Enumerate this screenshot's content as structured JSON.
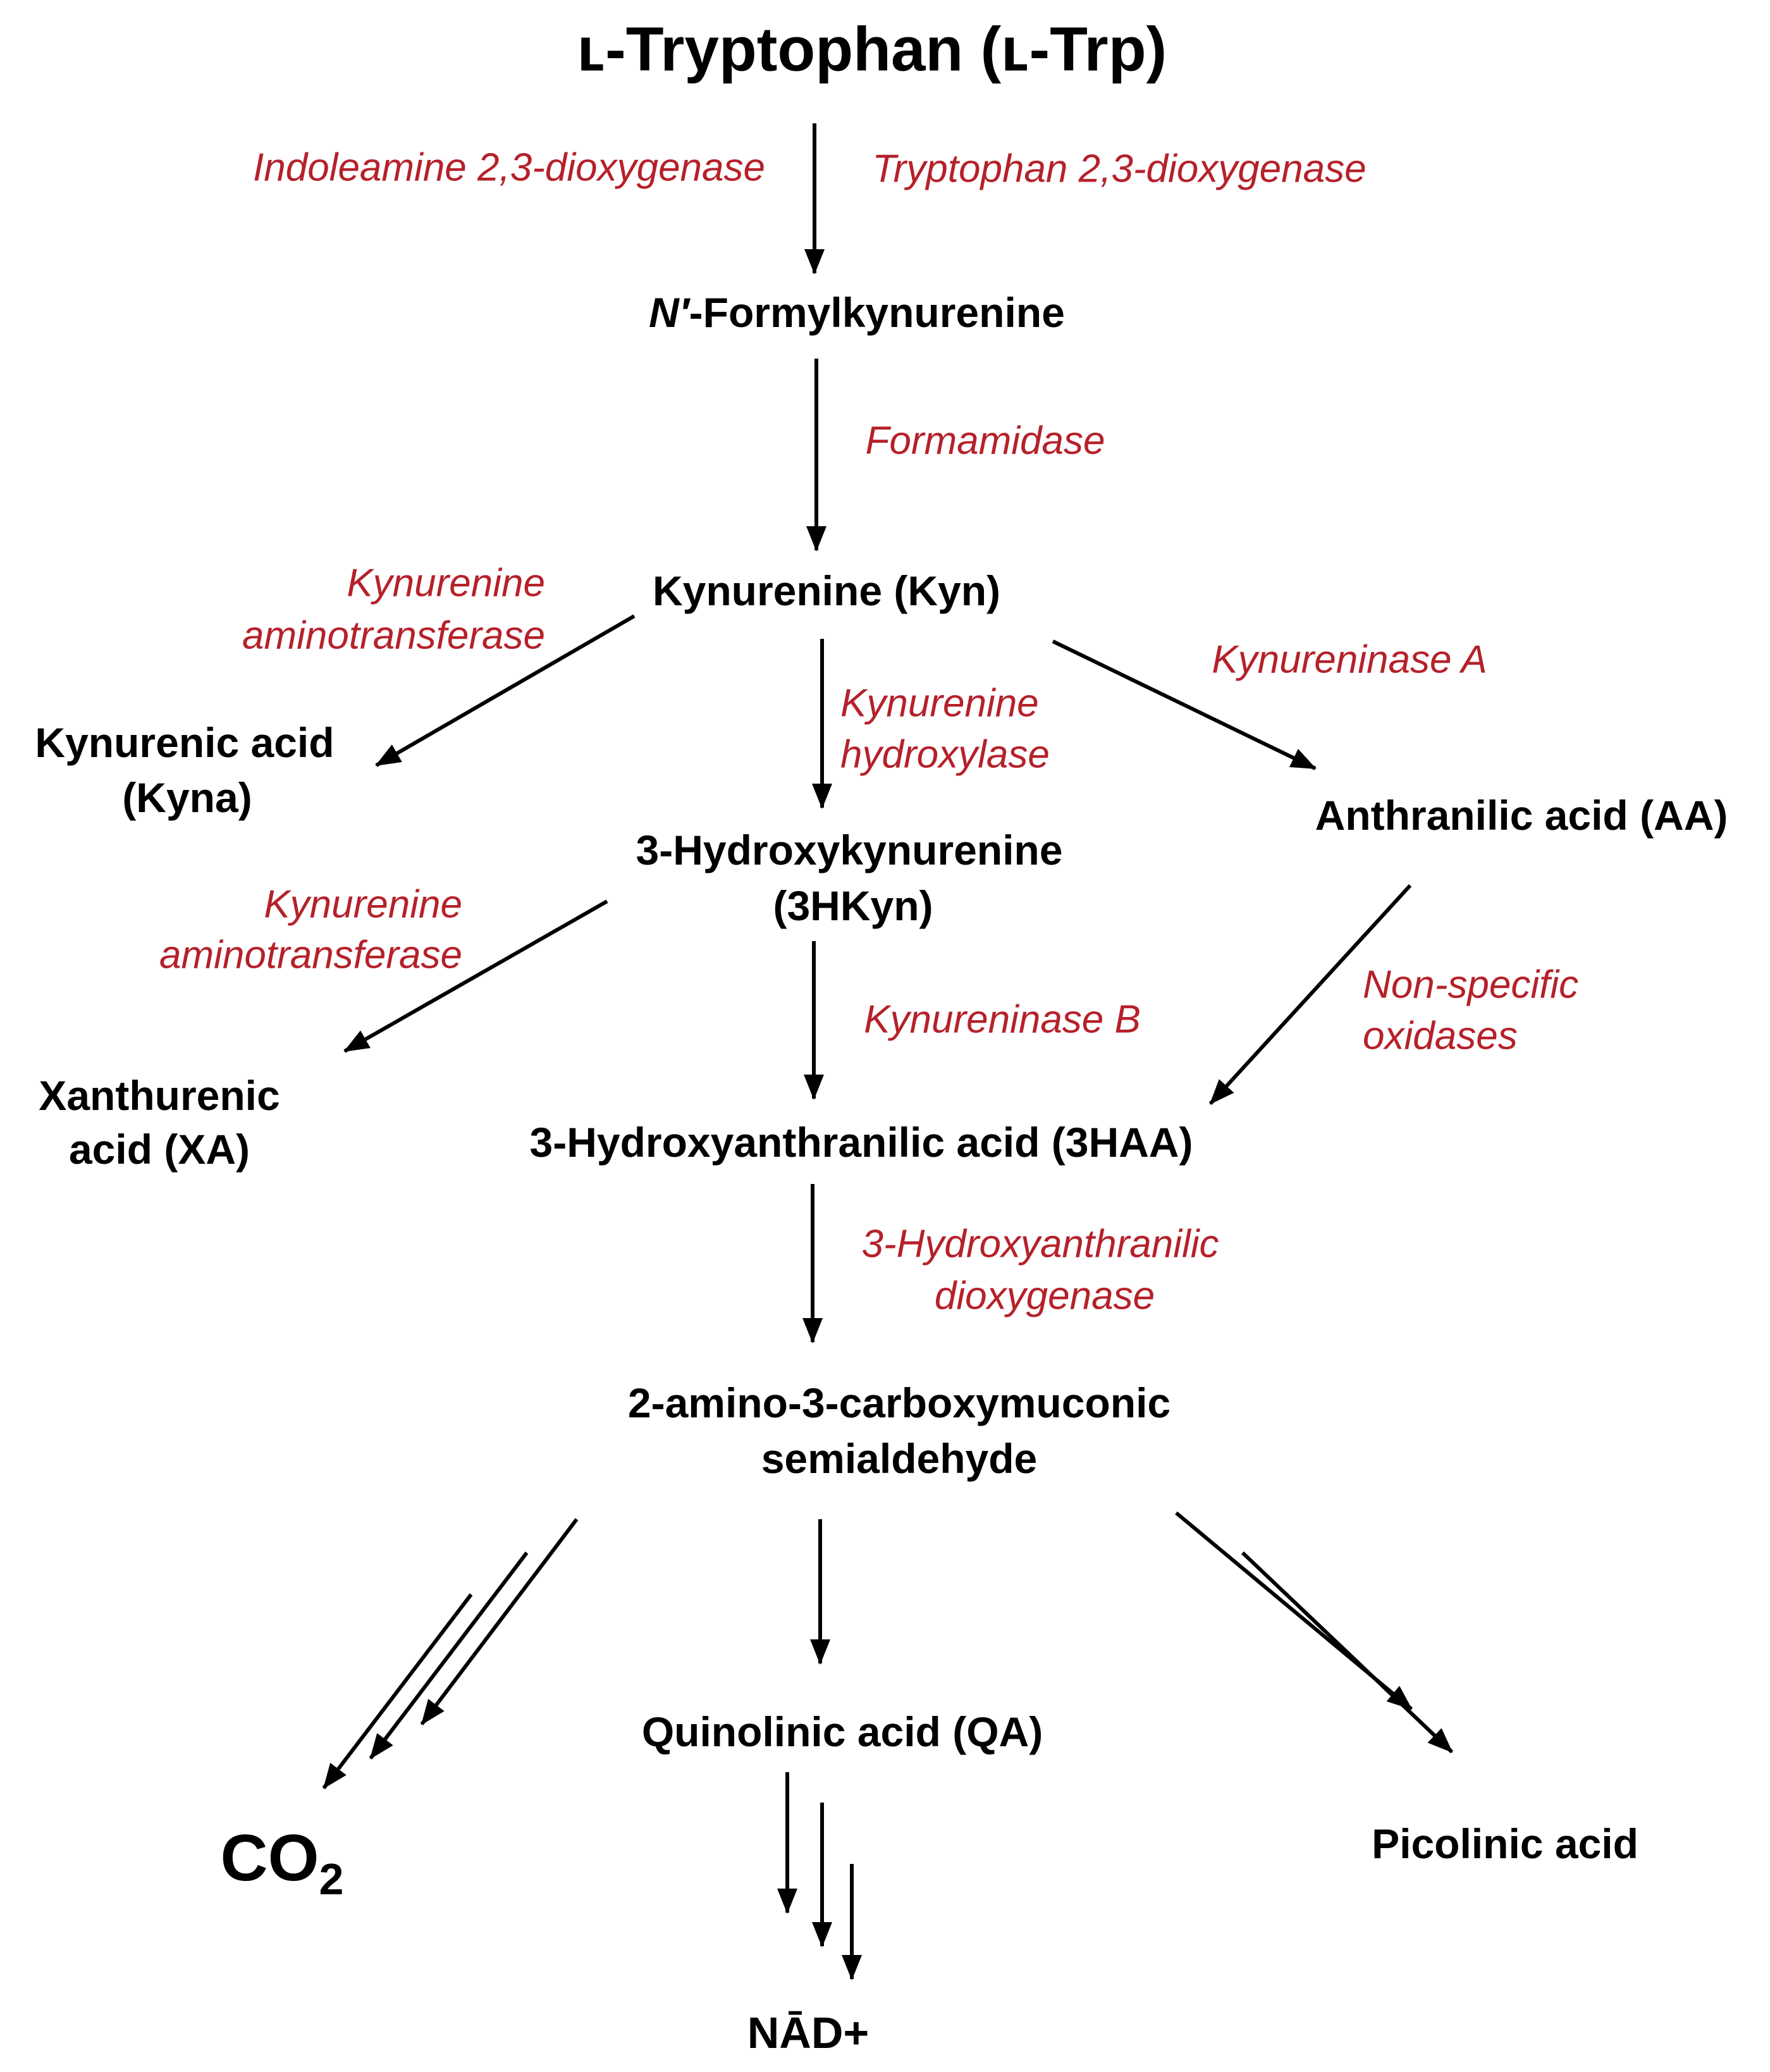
{
  "metabolites": {
    "tryptophan": "ʟ-Tryptophan (ʟ-Trp)",
    "formylkynurenine_prefix": "N′",
    "formylkynurenine_suffix": "-Formylkynurenine",
    "kynurenine": "Kynurenine (Kyn)",
    "kynurenic_acid_line1": "Kynurenic acid",
    "kynurenic_acid_line2": "(Kyna)",
    "anthranilic_acid": "Anthranilic acid (AA)",
    "hydroxykynurenine_line1": "3-Hydroxykynurenine",
    "hydroxykynurenine_line2": "(3HKyn)",
    "xanthurenic_line1": "Xanthurenic",
    "xanthurenic_line2": "acid (XA)",
    "hydroxyanthranilic": "3-Hydroxyanthranilic acid (3HAA)",
    "acms_line1": "2-amino-3-carboxymuconic",
    "acms_line2": "semialdehyde",
    "quinolinic": "Quinolinic acid (QA)",
    "co2_main": "CO",
    "co2_sub": "2",
    "picolinic": "Picolinic acid",
    "nad": "NĀD+"
  },
  "enzymes": {
    "ido": "Indoleamine 2,3-dioxygenase",
    "tdo": "Tryptophan  2,3-dioxygenase",
    "formamidase": "Formamidase",
    "kat1_line1": "Kynurenine",
    "kat1_line2": "aminotransferase",
    "kmo_line1": "Kynurenine",
    "kmo_line2": "hydroxylase",
    "kynureninase_a": "Kynureninase A",
    "kat2_line1": "Kynurenine",
    "kat2_line2": "aminotransferase",
    "kynureninase_b": "Kynureninase B",
    "oxidases_line1": "Non-specific",
    "oxidases_line2": "oxidases",
    "haao_line1": "3-Hydroxyanthranilic",
    "haao_line2": "dioxygenase"
  },
  "colors": {
    "metabolite_text": "#000000",
    "enzyme_text": "#b5212a",
    "arrow": "#000000"
  }
}
